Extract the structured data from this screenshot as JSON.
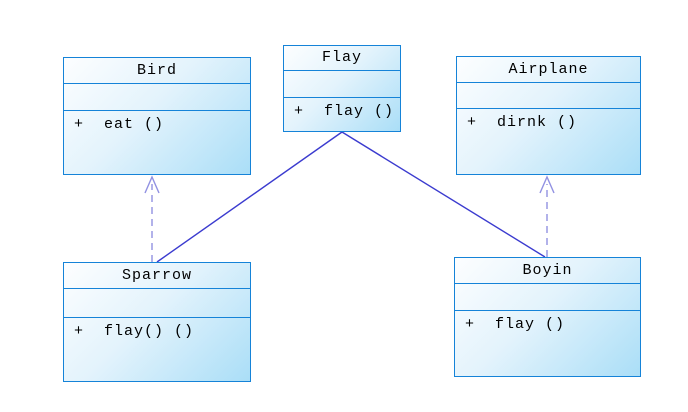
{
  "diagram": {
    "kind": "uml-class-diagram",
    "classes": [
      {
        "name": "Bird",
        "attributes": [],
        "methods": [
          "+  eat ()"
        ]
      },
      {
        "name": "Flay",
        "attributes": [],
        "methods": [
          "+  flay ()"
        ]
      },
      {
        "name": "Airplane",
        "attributes": [],
        "methods": [
          "+  dirnk ()"
        ]
      },
      {
        "name": "Sparrow",
        "attributes": [],
        "methods": [
          "+  flay() ()"
        ]
      },
      {
        "name": "Boyin",
        "attributes": [],
        "methods": [
          "+  flay ()"
        ]
      }
    ],
    "connections": [
      {
        "from": "Sparrow",
        "to": "Bird",
        "type": "dashed-open-arrow"
      },
      {
        "from": "Boyin",
        "to": "Airplane",
        "type": "dashed-open-arrow"
      },
      {
        "from": "Flay",
        "to": "Sparrow",
        "type": "solid-line"
      },
      {
        "from": "Flay",
        "to": "Boyin",
        "type": "solid-line"
      }
    ],
    "colors": {
      "box_border": "#1583d8",
      "box_fill_start": "#fdfeff",
      "box_fill_end": "#aadef7",
      "solid_line": "#3b3bcf",
      "dashed_line": "#9191e2",
      "text": "#000000",
      "background": "#ffffff"
    }
  }
}
